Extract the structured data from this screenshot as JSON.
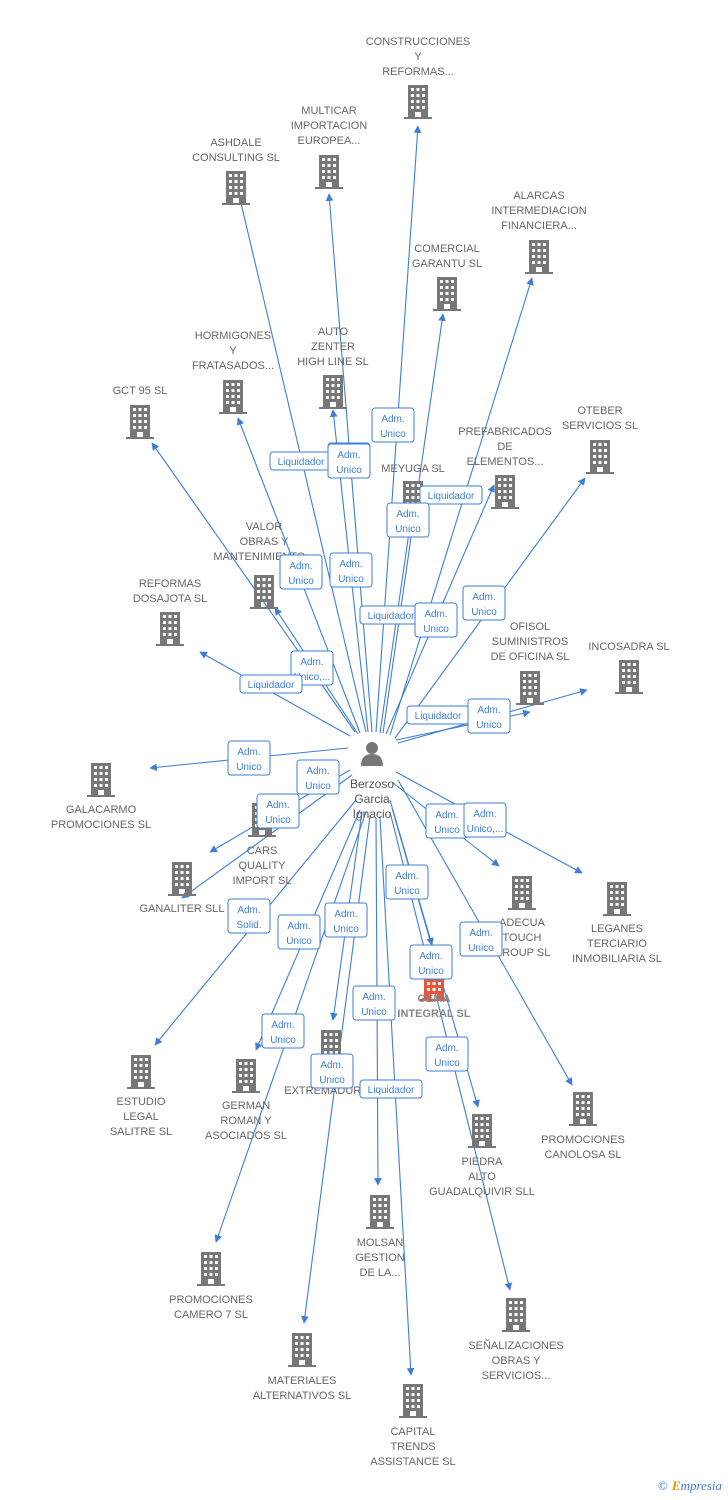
{
  "center": {
    "name_lines": [
      "Berzoso",
      "Garcia",
      "Ignacio"
    ]
  },
  "colors": {
    "edge": "#3d7fd6",
    "building": "#777777",
    "highlight": "#e8553c"
  },
  "nodes": [
    {
      "id": "construcciones",
      "lines": [
        "CONSTRUCCIONES",
        "Y",
        "REFORMAS..."
      ]
    },
    {
      "id": "multicar",
      "lines": [
        "MULTICAR",
        "IMPORTACION",
        "EUROPEA..."
      ]
    },
    {
      "id": "ashdale",
      "lines": [
        "ASHDALE",
        "CONSULTING SL"
      ]
    },
    {
      "id": "alarcas",
      "lines": [
        "ALARCAS",
        "INTERMEDIACION",
        "FINANCIERA..."
      ]
    },
    {
      "id": "comercial-garantu",
      "lines": [
        "COMERCIAL",
        "GARANTU SL"
      ]
    },
    {
      "id": "hormigones",
      "lines": [
        "HORMIGONES",
        "Y",
        "FRATASADOS..."
      ]
    },
    {
      "id": "auto-zenter",
      "lines": [
        "AUTO",
        "ZENTER",
        "HIGH LINE SL"
      ]
    },
    {
      "id": "gct95",
      "lines": [
        "GCT 95 SL"
      ]
    },
    {
      "id": "prefabricados",
      "lines": [
        "PREFABRICADOS",
        "DE",
        "ELEMENTOS..."
      ]
    },
    {
      "id": "oteber",
      "lines": [
        "OTEBER",
        "SERVICIOS  SL"
      ]
    },
    {
      "id": "meyuga",
      "lines": [
        "MEYUGA SL"
      ]
    },
    {
      "id": "valor-obras",
      "lines": [
        "VALOR",
        "OBRAS Y",
        "MANTENIMIENTO..."
      ]
    },
    {
      "id": "reformas-dosajota",
      "lines": [
        "REFORMAS",
        "DOSAJOTA SL"
      ]
    },
    {
      "id": "ofisol",
      "lines": [
        "OFISOL",
        "SUMINISTROS",
        "DE OFICINA SL"
      ]
    },
    {
      "id": "incosadra",
      "lines": [
        "INCOSADRA SL"
      ]
    },
    {
      "id": "galacarmo",
      "lines": [
        "GALACARMO",
        "PROMOCIONES SL"
      ]
    },
    {
      "id": "cars-quality",
      "lines": [
        "CARS",
        "QUALITY",
        "IMPORT SL"
      ]
    },
    {
      "id": "ganaliter",
      "lines": [
        "GANALITER SLL"
      ]
    },
    {
      "id": "adecua",
      "lines": [
        "ADECUA",
        "TOUCH",
        "GROUP SL"
      ]
    },
    {
      "id": "leganes",
      "lines": [
        "LEGANES",
        "TERCIARIO",
        "INMOBILIARIA SL"
      ]
    },
    {
      "id": "gema",
      "lines": [
        "GEMA",
        "INTEGRAL  SL"
      ]
    },
    {
      "id": "estudio-legal",
      "lines": [
        "ESTUDIO",
        "LEGAL",
        "SALITRE SL"
      ]
    },
    {
      "id": "german-roman",
      "lines": [
        "GERMAN",
        "ROMAN Y",
        "ASOCIADOS SL"
      ]
    },
    {
      "id": "extremadura",
      "lines": [
        "M...",
        "EXTREMADURA..."
      ]
    },
    {
      "id": "promociones-canolosa",
      "lines": [
        "PROMOCIONES",
        "CANOLOSA SL"
      ]
    },
    {
      "id": "piedra-alto",
      "lines": [
        "PIEDRA",
        "ALTO",
        "GUADALQUIVIR SLL"
      ]
    },
    {
      "id": "molsan",
      "lines": [
        "MOLSAN",
        "GESTION",
        "DE LA..."
      ]
    },
    {
      "id": "promociones-camero",
      "lines": [
        "PROMOCIONES",
        "CAMERO 7 SL"
      ]
    },
    {
      "id": "senalizaciones",
      "lines": [
        "SEÑALIZACIONES",
        "OBRAS Y",
        "SERVICIOS..."
      ]
    },
    {
      "id": "materiales",
      "lines": [
        "MATERIALES",
        "ALTERNATIVOS SL"
      ]
    },
    {
      "id": "capital-trends",
      "lines": [
        "CAPITAL",
        "TRENDS",
        "ASSISTANCE SL"
      ]
    }
  ],
  "badges": [
    {
      "lines": [
        "Adm.",
        "Unico"
      ]
    },
    {
      "lines": [
        "Liquidador"
      ]
    },
    {
      "lines": [
        "Adm.",
        "Unico"
      ]
    },
    {
      "lines": [
        "Adm.",
        "Unico"
      ]
    },
    {
      "lines": [
        "Liquidador"
      ]
    },
    {
      "lines": [
        "Adm.",
        "Unico"
      ]
    },
    {
      "lines": [
        "Adm.",
        "Unico"
      ]
    },
    {
      "lines": [
        "Adm.",
        "Unico"
      ]
    },
    {
      "lines": [
        "Liquidador"
      ]
    },
    {
      "lines": [
        "Adm.",
        "Unico"
      ]
    },
    {
      "lines": [
        "Adm.",
        "Unico"
      ]
    },
    {
      "lines": [
        "Adm.",
        "Unico,..."
      ]
    },
    {
      "lines": [
        "Liquidador"
      ]
    },
    {
      "lines": [
        "Liquidador"
      ]
    },
    {
      "lines": [
        "Adm.",
        "Unico"
      ]
    },
    {
      "lines": [
        "Adm.",
        "Unico"
      ]
    },
    {
      "lines": [
        "Adm.",
        "Unico"
      ]
    },
    {
      "lines": [
        "Adm.",
        "Unico"
      ]
    },
    {
      "lines": [
        "Adm.",
        "Unico"
      ]
    },
    {
      "lines": [
        "Adm.",
        "Unico,..."
      ]
    },
    {
      "lines": [
        "Adm.",
        "Solid."
      ]
    },
    {
      "lines": [
        "Adm.",
        "Unico"
      ]
    },
    {
      "lines": [
        "Adm.",
        "Unico"
      ]
    },
    {
      "lines": [
        "Adm.",
        "Unico"
      ]
    },
    {
      "lines": [
        "Adm.",
        "Unico"
      ]
    },
    {
      "lines": [
        "Adm.",
        "Unico"
      ]
    },
    {
      "lines": [
        "Adm.",
        "Unico"
      ]
    },
    {
      "lines": [
        "Adm.",
        "Unico"
      ]
    },
    {
      "lines": [
        "Adm.",
        "Unico"
      ]
    },
    {
      "lines": [
        "Liquidador"
      ]
    },
    {
      "lines": [
        "Adm.",
        "Unico"
      ]
    }
  ],
  "footer": {
    "copyright": "©",
    "brand_initial": "E",
    "brand_rest": "mpresia"
  }
}
